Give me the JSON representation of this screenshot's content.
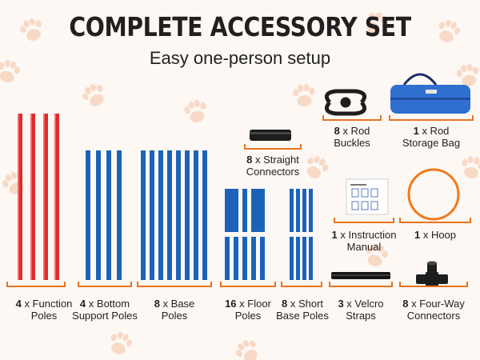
{
  "title": "COMPLETE ACCESSORY SET",
  "subtitle": "Easy one-person setup",
  "colors": {
    "red_pole": "#e02a2a",
    "blue_pole": "#1c63b8",
    "bracket": "#e8731f",
    "bag": "#2f6fd0",
    "hoop": "#f07a1e"
  },
  "items": [
    {
      "qty": "4",
      "line1": "x Function",
      "line2": "Poles"
    },
    {
      "qty": "4",
      "line1": "x Bottom",
      "line2": "Support Poles"
    },
    {
      "qty": "8",
      "line1": "x Base",
      "line2": "Poles"
    },
    {
      "qty": "16",
      "line1": "x Floor",
      "line2": "Poles"
    },
    {
      "qty": "8",
      "line1": "x Short",
      "line2": "Base Poles"
    },
    {
      "qty": "3",
      "line1": "x Velcro",
      "line2": "Straps"
    },
    {
      "qty": "8",
      "line1": "x Four-Way",
      "line2": "Connectors"
    },
    {
      "qty": "8",
      "line1": "x Straight",
      "line2": "Connectors"
    },
    {
      "qty": "8",
      "line1": "x Rod",
      "line2": "Buckles"
    },
    {
      "qty": "1",
      "line1": "x Rod",
      "line2": "Storage Bag"
    },
    {
      "qty": "1",
      "line1": "x Instruction",
      "line2": "Manual"
    },
    {
      "qty": "1",
      "line1": "x Hoop",
      "line2": ""
    }
  ]
}
